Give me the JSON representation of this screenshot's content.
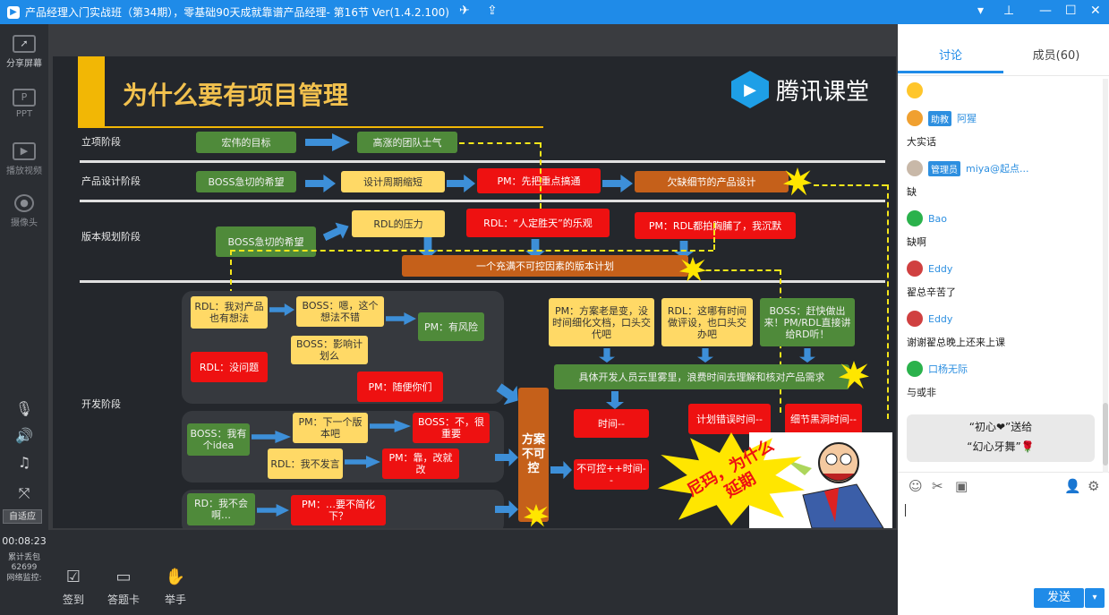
{
  "window": {
    "title": "产品经理入门实战班（第34期），零基础90天成就靠谱产品经理- 第16节 Ver(1.4.2.100)",
    "icons": [
      "plane-icon",
      "share-out-icon",
      "chevron-down-icon",
      "pin-icon",
      "minimize-icon",
      "maximize-icon",
      "close-icon"
    ]
  },
  "leftbar": {
    "items": [
      {
        "label": "分享屏幕",
        "icon": "share-screen-icon"
      },
      {
        "label": "PPT",
        "icon": "ppt-icon"
      },
      {
        "label": "播放视频",
        "icon": "video-icon"
      },
      {
        "label": "摄像头",
        "icon": "camera-icon"
      }
    ],
    "autofit": "自适应",
    "timer": "00:08:23",
    "loss_label": "累计丢包",
    "loss_value": "62699",
    "net_label": "网络监控:"
  },
  "bottombar": {
    "items": [
      {
        "label": "签到",
        "icon": "checkin-icon"
      },
      {
        "label": "答题卡",
        "icon": "answer-card-icon"
      },
      {
        "label": "举手",
        "icon": "raise-hand-icon"
      }
    ]
  },
  "slide": {
    "title": "为什么要有项目管理",
    "brand": "腾讯课堂",
    "phases": [
      "立项阶段",
      "产品设计阶段",
      "版本规划阶段",
      "开发阶段"
    ],
    "boxes": {
      "b1": "宏伟的目标",
      "b2": "高涨的团队士气",
      "b3": "BOSS急切的希望",
      "b4": "设计周期缩短",
      "b5": "PM：先把重点搞通",
      "b6": "欠缺细节的产品设计",
      "b7": "RDL的压力",
      "b8": "RDL：“人定胜天”的乐观",
      "b9": "PM：RDL都拍胸脯了，我沉默",
      "b10": "BOSS急切的希望",
      "b11": "一个充满不可控因素的版本计划",
      "d1": "RDL：我对产品也有想法",
      "d2": "BOSS：嗯，这个想法不错",
      "d3": "PM：有风险",
      "d4": "BOSS：影响计划么",
      "d5": "RDL：没问题",
      "d6": "PM：随便你们",
      "d7": "BOSS：我有个idea",
      "d8": "PM：下一个版本吧",
      "d9": "BOSS：不，很重要",
      "d10": "RDL：我不发言",
      "d11": "PM：靠，改就改",
      "d12": "RD：我不会啊…",
      "d13": "PM：…要不简化下？",
      "d14": "方案不可控",
      "e1": "PM：方案老是变，没时间细化文档，口头交代吧",
      "e2": "RDL：这哪有时间做评设，也口头交办吧",
      "e3": "BOSS：赶快做出来！PM/RDL直接讲给RD听！",
      "e4": "具体开发人员云里雾里，浪费时间去理解和核对产品需求",
      "e5": "时间--",
      "e6": "计划错误时间--",
      "e7": "细节黑洞时间--",
      "e8": "不可控++时间--",
      "burst": "尼玛，为什么延期"
    }
  },
  "chat": {
    "tabs": [
      "讨论",
      "成员(60)"
    ],
    "messages": [
      {
        "role": "助教",
        "name": "阿猩",
        "text": "大实话",
        "avatar_color": "#f0a030"
      },
      {
        "role": "管理员",
        "name": "miya@起点...",
        "text": "缺",
        "avatar_color": "#c8b8a8"
      },
      {
        "role": "",
        "name": "Bao",
        "text": "缺啊",
        "avatar_color": "#2bb24c"
      },
      {
        "role": "",
        "name": "Eddy",
        "text": "翟总辛苦了",
        "avatar_color": "#d04040"
      },
      {
        "role": "",
        "name": "Eddy",
        "text": "谢谢翟总晚上还来上课",
        "avatar_color": "#d04040"
      },
      {
        "role": "",
        "name": "口杨无际",
        "text": "与或非",
        "avatar_color": "#2bb24c"
      }
    ],
    "gift_line1": "“初心❤”送给",
    "gift_line2": "“幻心牙舞”🌹",
    "toolbar_icons": [
      "emoji-icon",
      "scissors-icon",
      "image-icon",
      "user-voice-icon",
      "settings-icon"
    ],
    "send": "发送"
  }
}
